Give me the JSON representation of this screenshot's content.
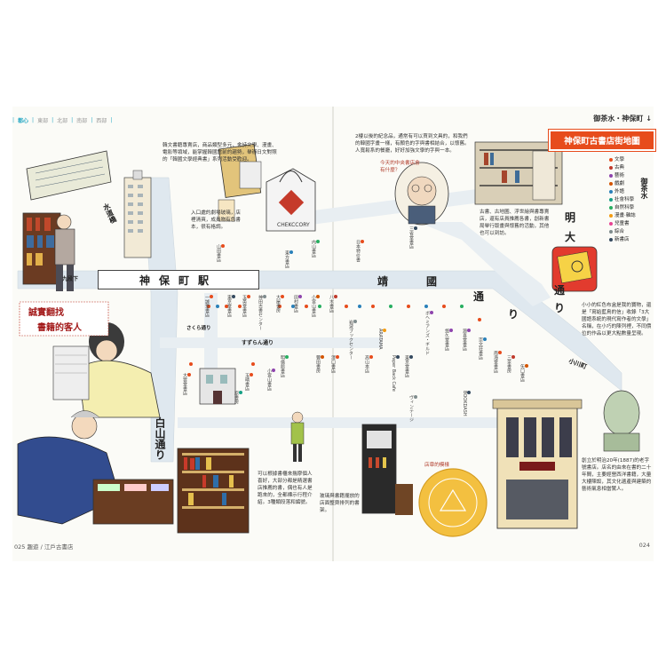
{
  "nav": {
    "sections": [
      "都心",
      "東部",
      "北部",
      "南部",
      "西部"
    ]
  },
  "header": {
    "right_title": "御茶水・神保町",
    "arrow": "↓"
  },
  "legend": {
    "title": "神保町古書店街地圖",
    "items": [
      {
        "label": "文學",
        "color": "#e74c1c"
      },
      {
        "label": "古典",
        "color": "#c0392b"
      },
      {
        "label": "藝術",
        "color": "#8e44ad"
      },
      {
        "label": "戲劇",
        "color": "#d35400"
      },
      {
        "label": "外語",
        "color": "#2980b9"
      },
      {
        "label": "社會科學",
        "color": "#16a085"
      },
      {
        "label": "自然科學",
        "color": "#27ae60"
      },
      {
        "label": "漫畫‧雜誌",
        "color": "#f39c12"
      },
      {
        "label": "兒童書",
        "color": "#e84393"
      },
      {
        "label": "綜合",
        "color": "#7f8c8d"
      },
      {
        "label": "新書店",
        "color": "#34495e"
      }
    ]
  },
  "map": {
    "station_name": "神保町駅",
    "street_yasukuni": [
      "靖",
      "國",
      "通",
      "り"
    ],
    "street_meidai": [
      "明",
      "大",
      "通",
      "り"
    ],
    "street_hakusan": "白山通り",
    "street_suidobashi": "水道橋",
    "street_ochanomizu": "御茶水",
    "street_kudanshita": "九段下",
    "street_suzuran": "すずらん通り",
    "street_sakura": "さくら通り",
    "street_ogawa": "小川町"
  },
  "headline": {
    "line1": "誠實翻找",
    "line2": "書籍的客人"
  },
  "notes": {
    "top_left": "韓文書籍專賣店，商品類型多元，舍詩文學、漫畫、電影等領域，能掌握韓國當前的趨勢，舉辦日文對照的「韓國文學經典書」系列活動受歡迎。",
    "entrance": "入口處的劇場玻璃，店裡清爽，成員物有色書本，很有格調。",
    "shelf_left": "可以根據書櫃來揣摩個人喜好，大部分都是精選書店推薦的書，偶也有人是跑來的，全都標示行程介紹。3種類段落和編號。",
    "top_center": "2樓以後的紀念品，通常有可以買到文具的，和我們的韓國字畫一樣，有顏色的字與書相結合，以懷舊。人寬鬆系的餐廳，好好加強文學的字與一本。",
    "right_middle": "古書、古地圖、浮世繪與書專賣店，還有店員推薦各書，創新書局舉行版畫與懷舊的活動，其他也可以到訪。",
    "right_ring": "小小的紅色布盒是我的寶物，還是「寫給藍鳥的信」收錄「3大國語系統的現代寫作者的文學」名稱，在小巧的陳列裡，不同價位的作品以更大點數量呈現。",
    "bottom_right": "創立於明治20年(1887)的老字號書店。店名的由來在書的二十年間，主要經營西洋書籍，大量大樓陳設，其文化遺產與建築的藝術氣息相當驚人。",
    "bottom_center": "玻璃與書籍擺放的店面整齊排列的書架。",
    "speech_bubble": "今天的中央書店會有什麼？",
    "stamp_label": "店章的模樣"
  },
  "shops": {
    "top": [
      "山田書店",
      "東方書店",
      "内山書店",
      "日本特价書",
      "三省堂書店",
      "一誠堂書店",
      "東京堂書店",
      "玉英堂書店",
      "神田古書センター",
      "大屋書房",
      "田村書店",
      "小宮山書店",
      "八木書店"
    ],
    "middle": [
      "岩波ブックセンター",
      "ボヘミアンズ・ギルド",
      "ARATAMA",
      "Paper Back Cafe",
      "東京堂書店",
      "高山本店",
      "悠久堂書店",
      "源喜堂書店",
      "崇文荘書店",
      "南海堂書店",
      "三茶書房",
      "矢口書店",
      "BOOKDASH"
    ],
    "bottom": [
      "大雲堂書店",
      "玉晴書店",
      "小宮山書店",
      "明倫館書店",
      "豐田書房",
      "澤口書店",
      "原書房",
      "ヴィンテージ"
    ]
  },
  "page_numbers": {
    "left": "025",
    "left_caption": "趣遊 / 江戶古書店",
    "right": "024"
  }
}
